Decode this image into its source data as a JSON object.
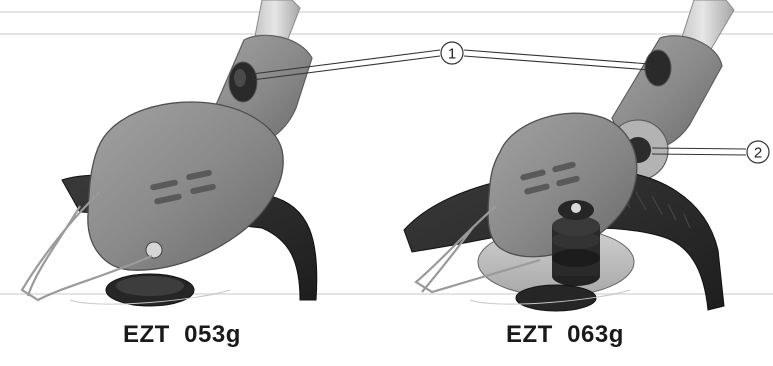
{
  "figure": {
    "models": [
      {
        "name": "EZT  053g"
      },
      {
        "name": "EZT  063g"
      }
    ],
    "callouts": [
      {
        "number": "1"
      },
      {
        "number": "2"
      }
    ],
    "colors": {
      "housing": "#8c8c8c",
      "housing_dark": "#6e6e6e",
      "guard": "#2f2f2f",
      "background_lines": "#e4e4e4"
    }
  }
}
